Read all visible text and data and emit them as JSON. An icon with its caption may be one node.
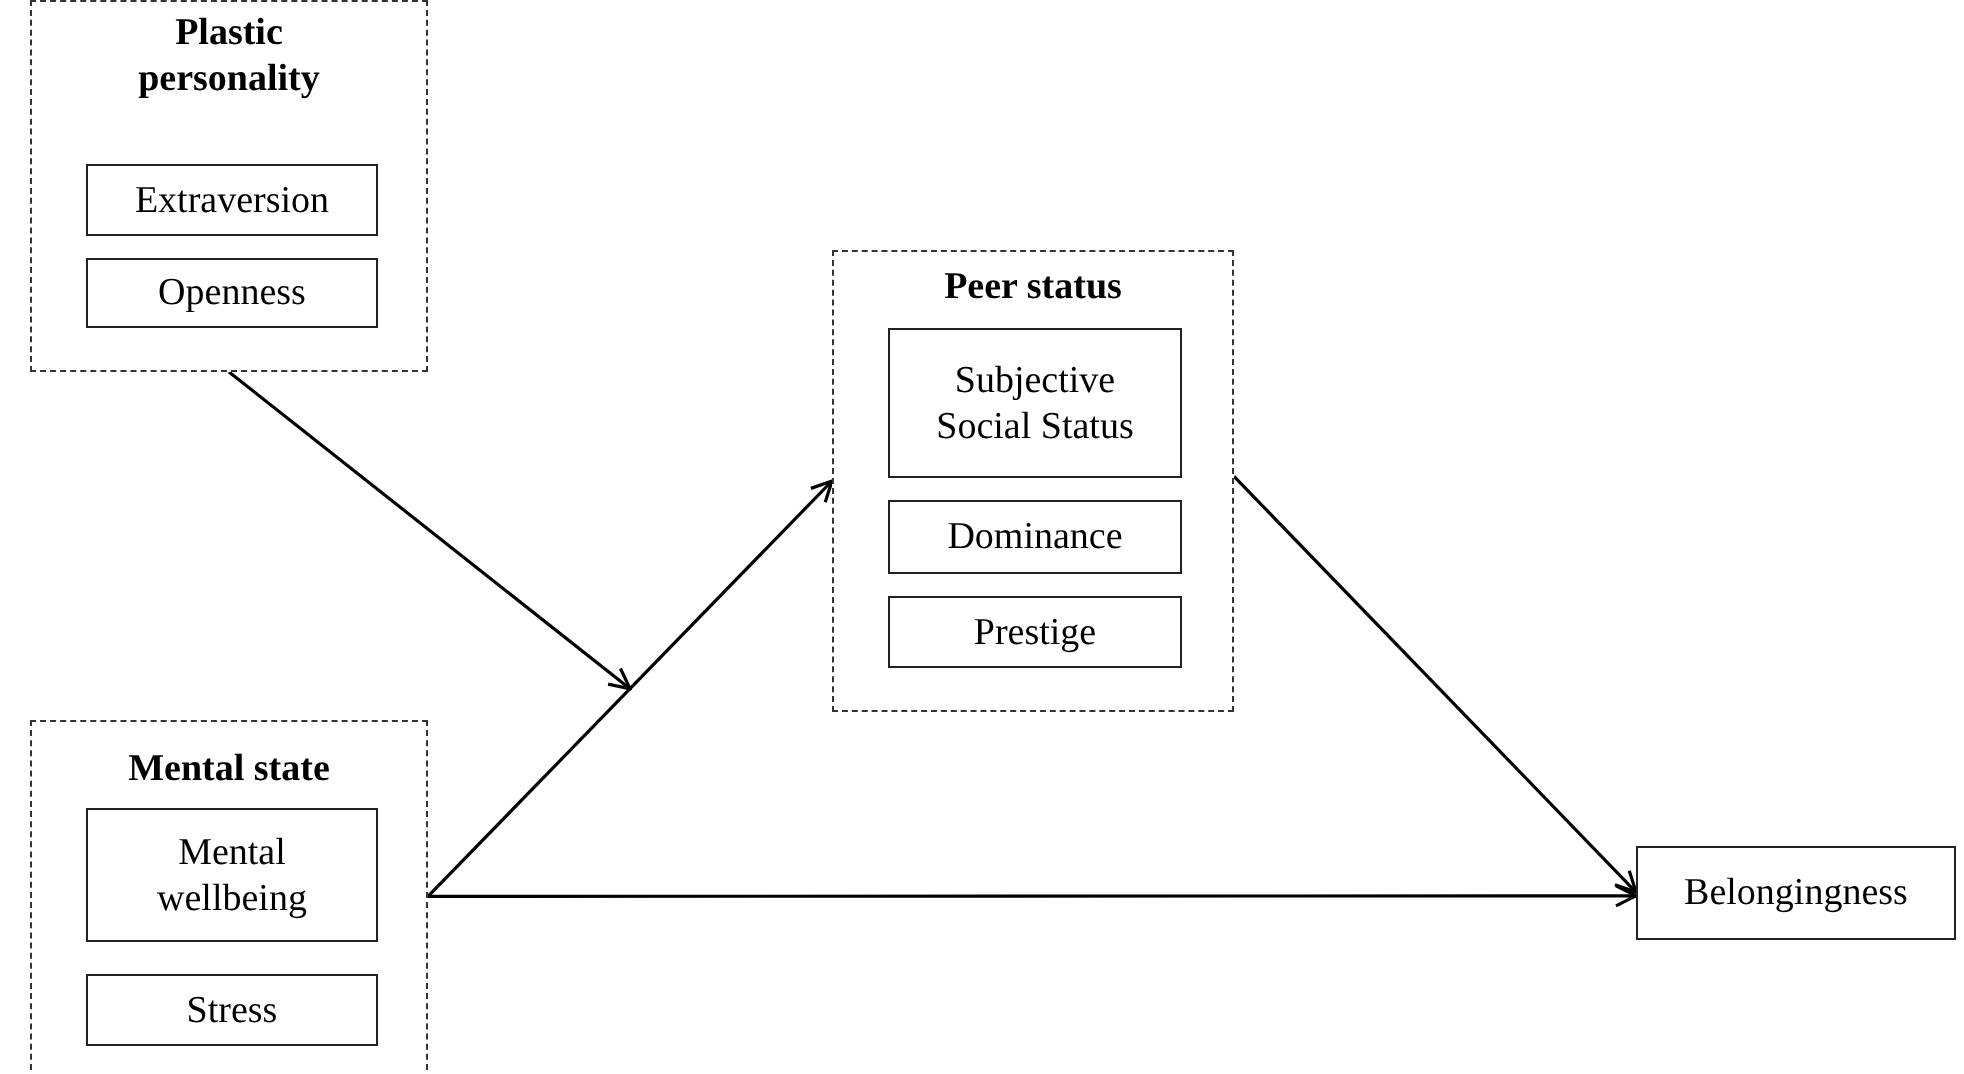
{
  "diagram": {
    "nodes": [
      {
        "text": [
          "Plastic personality"
        ]
      },
      {
        "text": [
          "Extraversion"
        ],
        "in": 0
      },
      {
        "text": [
          "Openness"
        ],
        "in": 0
      },
      {
        "text": [
          "Peer status"
        ]
      },
      {
        "text": [
          "Subjective Social Status"
        ],
        "in": 3
      },
      {
        "text": [
          "Dominance"
        ],
        "in": 3
      },
      {
        "text": [
          "Prestige"
        ],
        "in": 3
      },
      {
        "text": [
          "Mental state"
        ]
      },
      {
        "text": [
          "Mental wellbeing"
        ],
        "in": 7
      },
      {
        "text": [
          "Stress"
        ],
        "in": 7
      },
      {
        "text": [
          "Belongingness"
        ]
      }
    ],
    "edges": [
      {
        "from": 7,
        "to": 3,
        "arrow": "to"
      },
      {
        "from": 7,
        "to": 10,
        "arrow": "to"
      },
      {
        "from": 3,
        "to": 10,
        "arrow": "to"
      },
      {
        "from": 0,
        "to": null,
        "arrow": "to"
      }
    ]
  }
}
